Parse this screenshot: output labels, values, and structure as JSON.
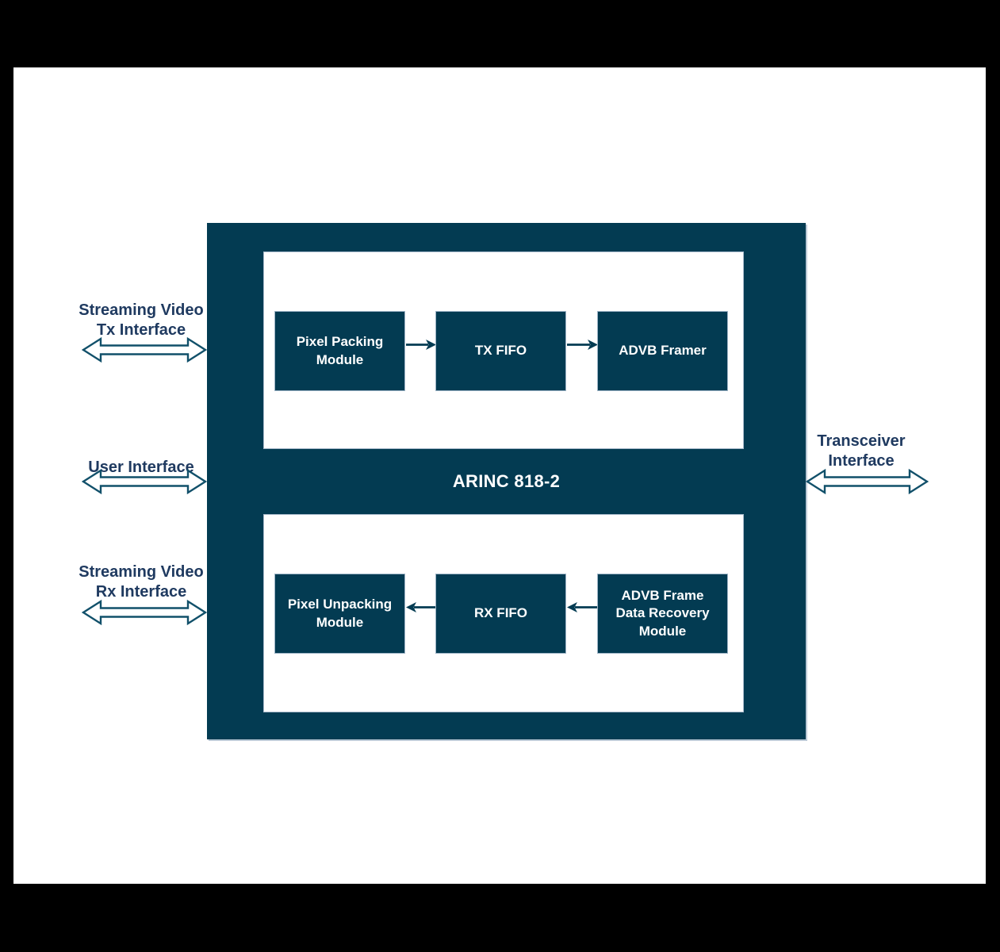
{
  "title": "ARINC 818-2",
  "tx_path": {
    "modules": [
      {
        "lines": [
          "Pixel Packing",
          "Module"
        ]
      },
      {
        "lines": [
          "TX FIFO"
        ]
      },
      {
        "lines": [
          "ADVB Framer"
        ]
      }
    ]
  },
  "rx_path": {
    "modules": [
      {
        "lines": [
          "Pixel Unpacking",
          "Module"
        ]
      },
      {
        "lines": [
          "RX FIFO"
        ]
      },
      {
        "lines": [
          "ADVB Frame",
          "Data Recovery",
          "Module"
        ]
      }
    ]
  },
  "interfaces": {
    "streaming_tx": {
      "lines": [
        "Streaming Video",
        "Tx Interface"
      ]
    },
    "user": {
      "lines": [
        "User Interface"
      ]
    },
    "streaming_rx": {
      "lines": [
        "Streaming Video",
        "Rx Interface"
      ]
    },
    "transceiver": {
      "lines": [
        "Transceiver",
        "Interface"
      ]
    }
  },
  "colors": {
    "block_fill": "#033B52",
    "module_border": "#9EB4C6",
    "panel_border": "#A6B8C9",
    "label_text": "#1F3A60",
    "arrow_outline": "#11506A",
    "background": "#000000",
    "canvas": "#FFFFFF",
    "box_text": "#FFFFFF"
  }
}
